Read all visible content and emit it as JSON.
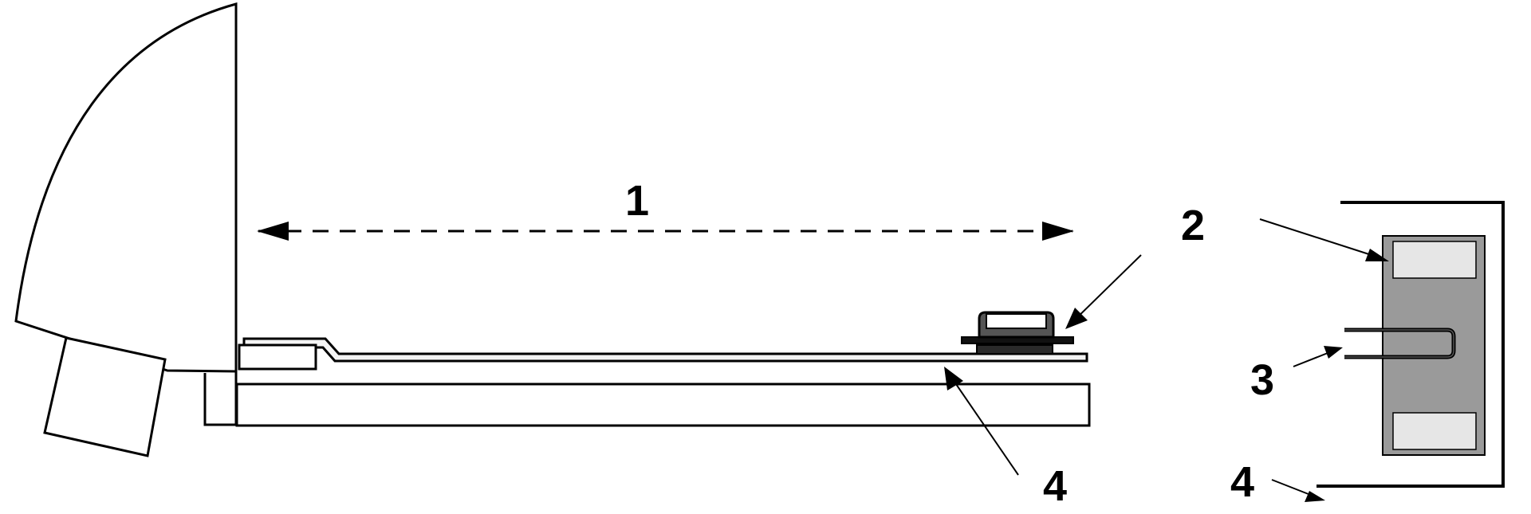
{
  "diagram": {
    "labels": {
      "length": "1",
      "component": "2",
      "wire": "3",
      "strip": "4",
      "strip_detail": "4"
    }
  },
  "colors": {
    "line": "#000000",
    "background": "#ffffff",
    "component_body": "#9a9a9a",
    "pad": "#e6e6e6",
    "strip_fill": "#f4f4f4"
  }
}
